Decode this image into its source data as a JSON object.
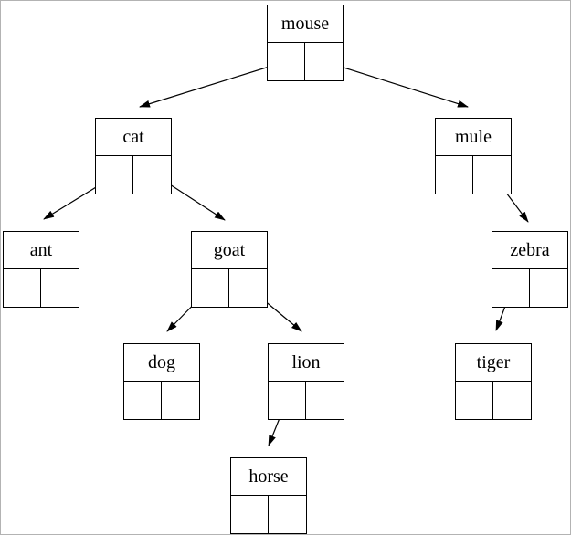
{
  "figure": {
    "type": "binary-tree-diagram",
    "background_color": "#ffffff",
    "line_color": "#000000",
    "border_color": "#b3b3b3",
    "root": "mouse",
    "nodes": [
      {
        "id": "mouse",
        "label": "mouse",
        "left_child": "cat",
        "right_child": "mule"
      },
      {
        "id": "cat",
        "label": "cat",
        "left_child": "ant",
        "right_child": "goat"
      },
      {
        "id": "mule",
        "label": "mule",
        "left_child": null,
        "right_child": "zebra"
      },
      {
        "id": "ant",
        "label": "ant",
        "left_child": null,
        "right_child": null
      },
      {
        "id": "goat",
        "label": "goat",
        "left_child": "dog",
        "right_child": "lion"
      },
      {
        "id": "zebra",
        "label": "zebra",
        "left_child": "tiger",
        "right_child": null
      },
      {
        "id": "dog",
        "label": "dog",
        "left_child": null,
        "right_child": null
      },
      {
        "id": "lion",
        "label": "lion",
        "left_child": "horse",
        "right_child": null
      },
      {
        "id": "tiger",
        "label": "tiger",
        "left_child": null,
        "right_child": null
      },
      {
        "id": "horse",
        "label": "horse",
        "left_child": null,
        "right_child": null
      }
    ],
    "edges": [
      {
        "from": "mouse",
        "from_cell": "left",
        "to": "cat"
      },
      {
        "from": "mouse",
        "from_cell": "right",
        "to": "mule"
      },
      {
        "from": "cat",
        "from_cell": "left",
        "to": "ant"
      },
      {
        "from": "cat",
        "from_cell": "right",
        "to": "goat"
      },
      {
        "from": "goat",
        "from_cell": "left",
        "to": "dog"
      },
      {
        "from": "goat",
        "from_cell": "right",
        "to": "lion"
      },
      {
        "from": "lion",
        "from_cell": "left",
        "to": "horse"
      },
      {
        "from": "mule",
        "from_cell": "right",
        "to": "zebra"
      },
      {
        "from": "zebra",
        "from_cell": "left",
        "to": "tiger"
      }
    ]
  }
}
